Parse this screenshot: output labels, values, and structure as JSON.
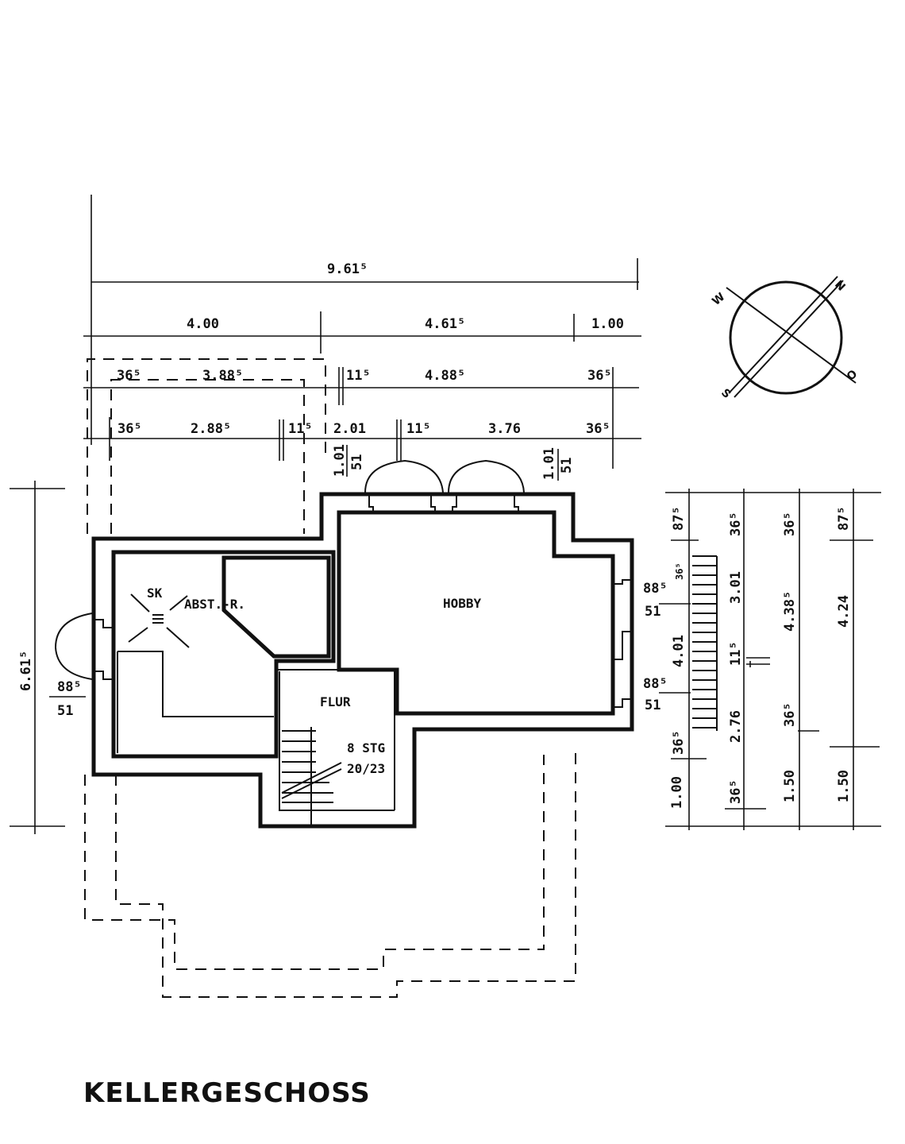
{
  "title": "KELLERGESCHOSS",
  "rooms": {
    "hobby": "HOBBY",
    "flur": "FLUR",
    "sk": "SK",
    "abst": "ABST.-R."
  },
  "stair": {
    "steps": "8 STG",
    "ratio": "20/23"
  },
  "compass": {
    "north": "N",
    "south": "S",
    "west": "W",
    "east": "O"
  },
  "dimensions": {
    "top_total": "9.61⁵",
    "top_row2": [
      "4.00",
      "4.61⁵",
      "1.00"
    ],
    "top_row3": [
      "36⁵",
      "3.88⁵",
      "11⁵",
      "4.88⁵",
      "36⁵"
    ],
    "top_row4": [
      "36⁵",
      "2.88⁵",
      "11⁵",
      "2.01",
      "11⁵",
      "3.76",
      "36⁵"
    ],
    "window_top_left": [
      "1.01",
      "51"
    ],
    "window_top_right": [
      "1.01",
      "51"
    ],
    "left_total": "6.61⁵",
    "left_window": [
      "88⁵",
      "51"
    ],
    "right_windows": [
      [
        "88⁵",
        "51"
      ],
      [
        "88⁵",
        "51"
      ]
    ],
    "right_col1": [
      "87⁵",
      "36⁵",
      "4.01",
      "36⁵",
      "1.00"
    ],
    "right_col2": [
      "3.01",
      "11⁵",
      "2.76",
      "36⁵"
    ],
    "right_col3": [
      "36⁵",
      "4.38⁵",
      "36⁵",
      "1.50"
    ],
    "right_col4": [
      "87⁵",
      "4.24",
      "1.50"
    ]
  }
}
